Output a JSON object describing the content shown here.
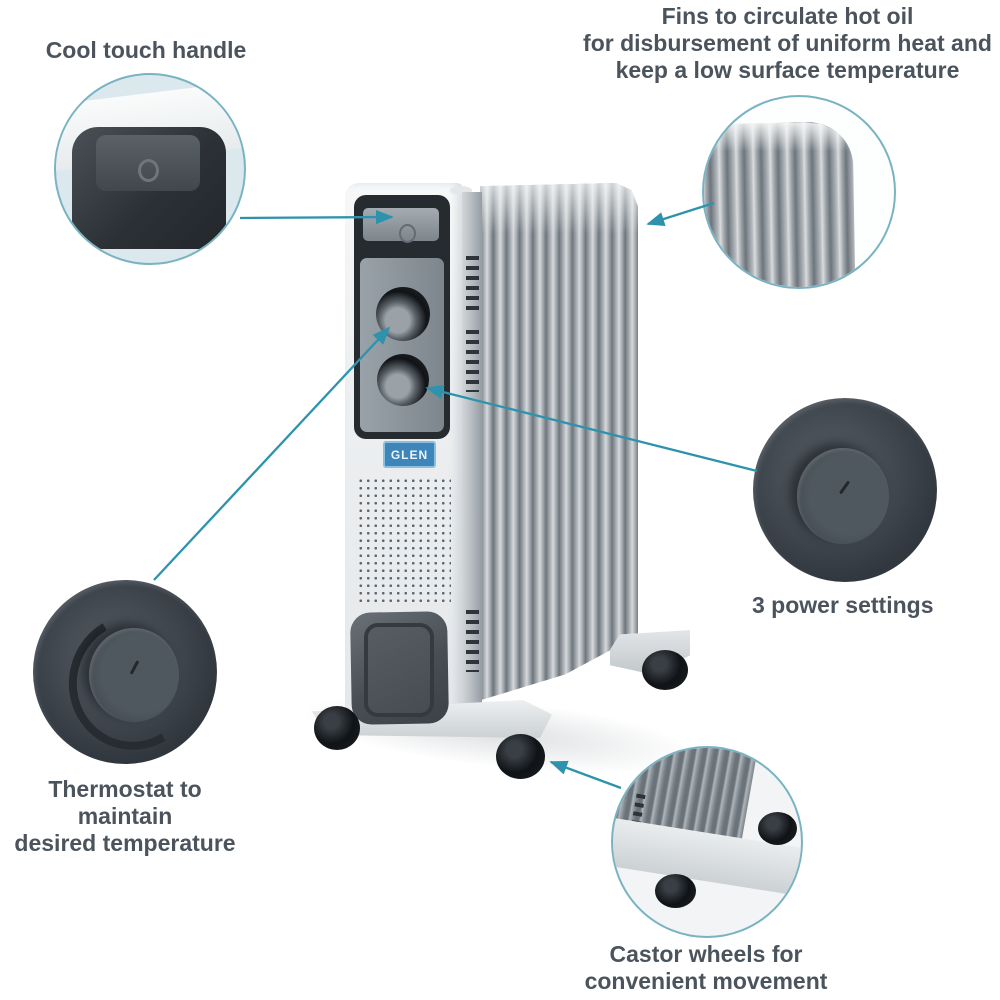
{
  "figure": {
    "type": "product feature callout diagram",
    "subject": "oil-filled radiator room heater"
  },
  "brand": {
    "logo_text": "GLEN"
  },
  "callouts": {
    "handle": {
      "label": "Cool touch handle"
    },
    "fins": {
      "lines": [
        "Fins to circulate hot oil",
        "for disbursement of uniform heat and",
        "keep a low surface temperature"
      ]
    },
    "power": {
      "label": "3 power settings"
    },
    "thermostat": {
      "lines": [
        "Thermostat to maintain",
        "desired temperature"
      ]
    },
    "wheels": {
      "lines": [
        "Castor wheels for",
        "convenient movement"
      ]
    }
  },
  "colors": {
    "accent_teal": "#2d93ad",
    "circle_border": "#79b3c2",
    "text": "#4b545d",
    "logo_blue": "#3e86ba",
    "body_gray": "#a6acb1",
    "knob_dark": "#31373e"
  }
}
